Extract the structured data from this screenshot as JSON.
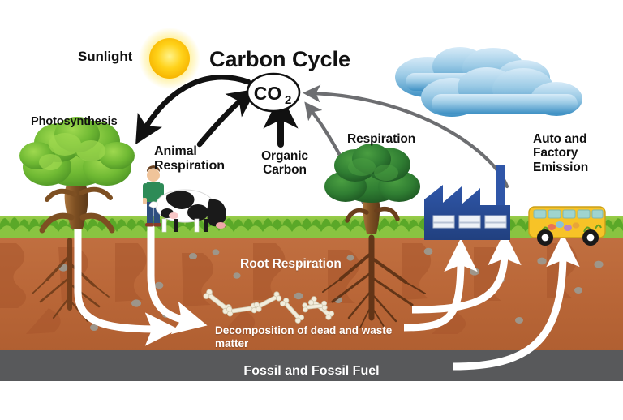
{
  "diagram": {
    "title": "Carbon Cycle",
    "background_color": "#ffffff",
    "labels": {
      "sunlight": "Sunlight",
      "photosynthesis": "Photosynthesis",
      "animal_respiration": "Animal\nRespiration",
      "organic_carbon": "Organic\nCarbon",
      "respiration": "Respiration",
      "auto_factory_emission": "Auto and\nFactory\nEmission",
      "root_respiration": "Root Respiration",
      "decomposition": "Decomposition of dead and waste matter",
      "fossil_fuel": "Fossil and Fossil Fuel",
      "co2": "CO",
      "co2_subscript": "2"
    },
    "colors": {
      "sky": "#ffffff",
      "sun": "#ffd21a",
      "sun_glow": "#ffe96a",
      "cloud_top": "#cfe6f5",
      "cloud_bottom": "#3f91c4",
      "grass_light": "#8cc63f",
      "grass_dark": "#4f9b23",
      "soil": "#bf6a3c",
      "soil_dark": "#8d4526",
      "fossil_layer": "#58595b",
      "factory": "#2a4d9b",
      "bus_body": "#f7c327",
      "bus_window": "#9fd4cf",
      "tree_leaf_light": "#7dc242",
      "tree_leaf_dark": "#2f7d32",
      "trunk": "#8b5a2b",
      "arrow_black": "#111111",
      "arrow_gray": "#6d6e71",
      "arrow_white": "#ffffff",
      "bone": "#f2eddc",
      "shirt": "#2e8b57",
      "jeans": "#2f4f7f",
      "cow_body": "#ffffff",
      "cow_spots": "#1a1a1a"
    },
    "scene_elements": [
      {
        "name": "sun",
        "type": "celestial"
      },
      {
        "name": "clouds",
        "type": "sky"
      },
      {
        "name": "co2-node",
        "type": "hub"
      },
      {
        "name": "photosynthesis-tree",
        "type": "plant"
      },
      {
        "name": "respiration-tree",
        "type": "plant"
      },
      {
        "name": "person",
        "type": "figure"
      },
      {
        "name": "cow",
        "type": "animal"
      },
      {
        "name": "factory",
        "type": "building"
      },
      {
        "name": "bus",
        "type": "vehicle"
      },
      {
        "name": "bones",
        "type": "decomposition"
      },
      {
        "name": "roots",
        "type": "plant"
      }
    ],
    "flows": [
      {
        "name": "sunlight-to-tree",
        "style": "black",
        "from": "sun",
        "to": "photosynthesis-tree"
      },
      {
        "name": "animal-respiration-to-co2",
        "style": "black",
        "from": "person",
        "to": "co2-node"
      },
      {
        "name": "organic-carbon-to-co2",
        "style": "black",
        "from": "soil",
        "to": "co2-node"
      },
      {
        "name": "respiration-to-co2",
        "style": "gray",
        "from": "respiration-tree",
        "to": "co2-node"
      },
      {
        "name": "factory-emission-to-co2",
        "style": "gray",
        "from": "factory",
        "to": "co2-node"
      },
      {
        "name": "tree-to-soil",
        "style": "white",
        "from": "photosynthesis-tree",
        "to": "decomposition"
      },
      {
        "name": "person-to-soil",
        "style": "white",
        "from": "person",
        "to": "decomposition"
      },
      {
        "name": "fossil-to-factory-1",
        "style": "white",
        "from": "fossil-layer",
        "to": "factory"
      },
      {
        "name": "fossil-to-factory-2",
        "style": "white",
        "from": "fossil-layer",
        "to": "factory"
      },
      {
        "name": "fossil-to-bus",
        "style": "white",
        "from": "fossil-layer",
        "to": "bus"
      }
    ]
  }
}
